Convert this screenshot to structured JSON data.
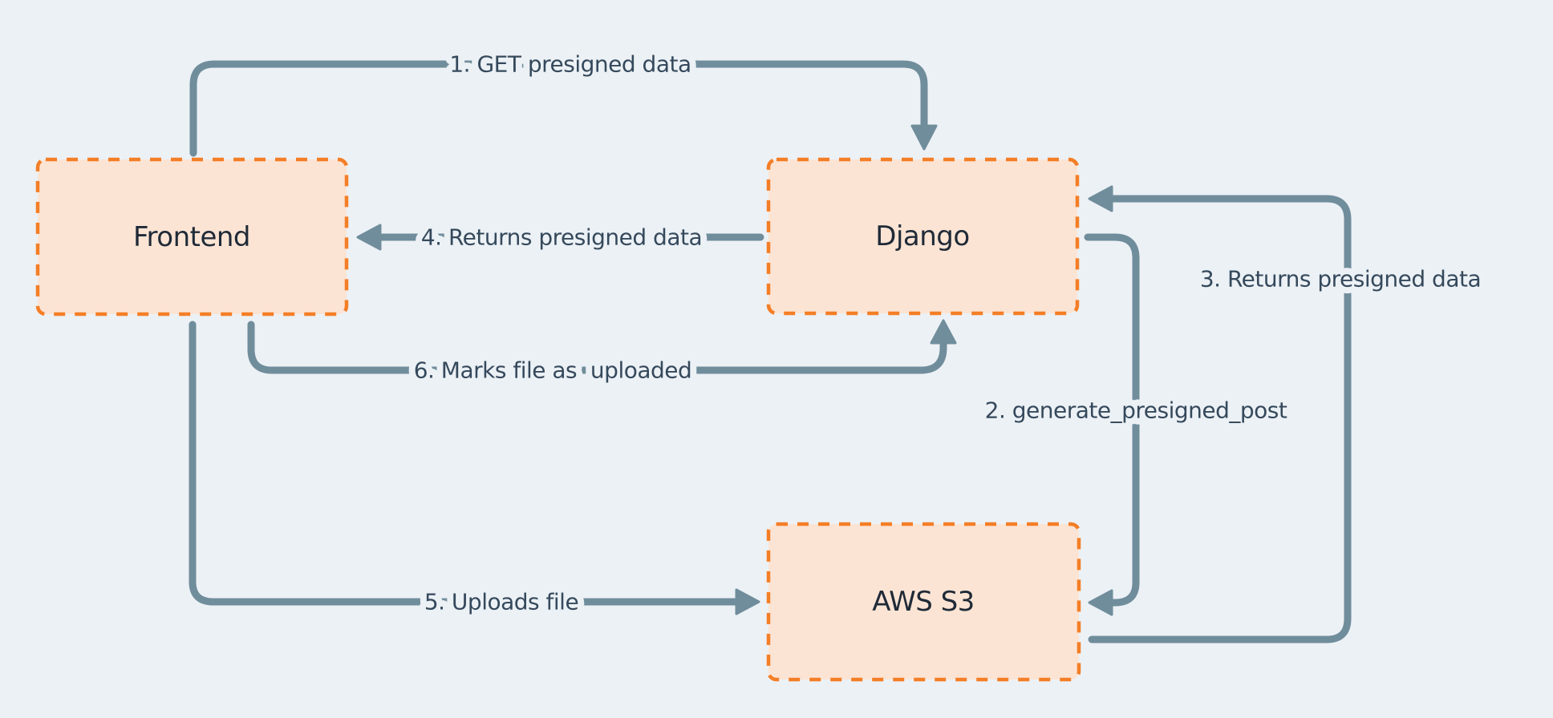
{
  "diagram": {
    "description": "Presigned upload flow between Frontend, Django and AWS S3",
    "colors": {
      "background": "#ECF1F5",
      "node_fill": "#FCE4D4",
      "node_border": "#F47E26",
      "node_text": "#1F2A37",
      "arrow": "#708D9C",
      "edge_label_text": "#35495C"
    },
    "nodes": [
      {
        "id": "frontend",
        "label": "Frontend"
      },
      {
        "id": "django",
        "label": "Django"
      },
      {
        "id": "aws-s3",
        "label": "AWS S3"
      }
    ],
    "edges": [
      {
        "order": 1,
        "label": "1. GET presigned data",
        "from": "Frontend",
        "to": "Django"
      },
      {
        "order": 2,
        "label": "2. generate_presigned_post",
        "from": "Django",
        "to": "AWS S3"
      },
      {
        "order": 3,
        "label": "3. Returns presigned data",
        "from": "AWS S3",
        "to": "Django"
      },
      {
        "order": 4,
        "label": "4. Returns presigned data",
        "from": "Django",
        "to": "Frontend"
      },
      {
        "order": 5,
        "label": "5. Uploads file",
        "from": "Frontend",
        "to": "AWS S3"
      },
      {
        "order": 6,
        "label": "6. Marks file as  uploaded",
        "from": "Frontend",
        "to": "Django"
      }
    ]
  }
}
